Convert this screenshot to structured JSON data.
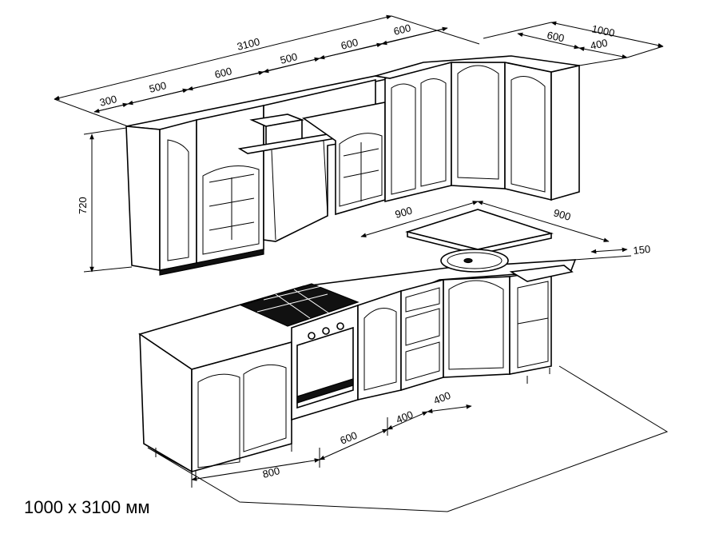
{
  "drawing": {
    "caption": "1000 x 3100 мм",
    "dimensions": {
      "top_total": "3100",
      "top_300": "300",
      "top_500a": "500",
      "top_600a": "600",
      "top_500b": "500",
      "top_600b": "600",
      "top_600c": "600",
      "right_1000": "1000",
      "right_600": "600",
      "right_400": "400",
      "height_720": "720",
      "counter_900a": "900",
      "counter_900b": "900",
      "counter_150": "150",
      "floor_800": "800",
      "floor_600": "600",
      "floor_400a": "400",
      "floor_400b": "400"
    }
  }
}
